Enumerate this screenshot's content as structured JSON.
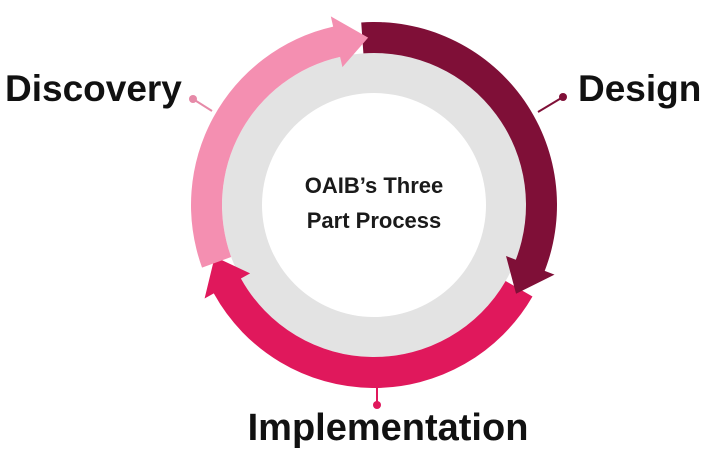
{
  "diagram": {
    "center": {
      "line1": "OAIB’s Three",
      "line2": "Part Process"
    },
    "stages": [
      {
        "label": "Discovery",
        "color": "#f48fb1"
      },
      {
        "label": "Design",
        "color": "#7f0f37"
      },
      {
        "label": "Implementation",
        "color": "#e0185c"
      }
    ],
    "colors": {
      "inner_ring": "#e3e3e3",
      "center_fill": "#ffffff",
      "connector_discovery": "#e68aa8",
      "connector_design": "#7f0f37",
      "connector_implementation": "#e0185c"
    }
  }
}
